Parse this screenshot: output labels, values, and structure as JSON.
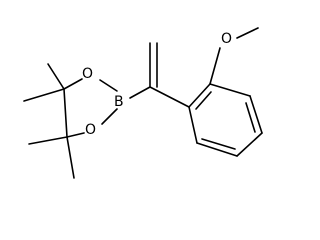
{
  "structure": {
    "atoms": {
      "oxygen_methoxy": "O",
      "boron": "B",
      "oxygen_upper_ring": "O",
      "oxygen_lower_ring": "O"
    },
    "line_color": "#000000",
    "background": "#ffffff"
  }
}
